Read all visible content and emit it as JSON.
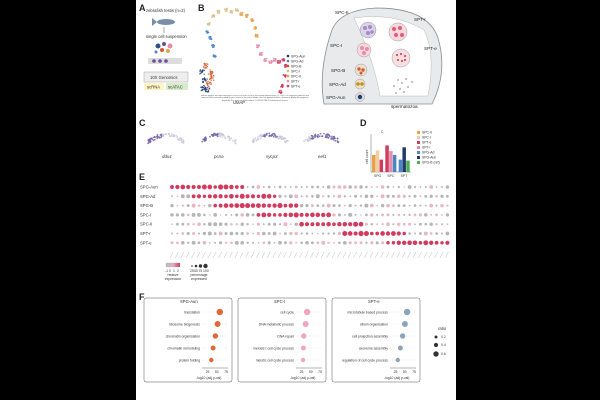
{
  "panels": {
    "a": "A",
    "b": "B",
    "c": "C",
    "d": "D",
    "e": "E",
    "f": "F"
  },
  "panel_a": {
    "title": "zebrafish testis (n=2)",
    "step1": "single cell suspension",
    "step2": "10X Genomics",
    "assay1": "scRNA",
    "assay2": "scATAC"
  },
  "panel_b": {
    "umap_label": "UMAP",
    "legend": [
      {
        "name": "SPG-Aun",
        "color": "#1f3b6e"
      },
      {
        "name": "SPG-Ad",
        "color": "#4a86c5"
      },
      {
        "name": "SPG-B",
        "color": "#d8582a"
      },
      {
        "name": "SPC-l",
        "color": "#d9c08a"
      },
      {
        "name": "SPC-II",
        "color": "#e6a14a"
      },
      {
        "name": "SPT-r",
        "color": "#e58dab"
      },
      {
        "name": "SPT-e",
        "color": "#d23a5e"
      }
    ],
    "footnote": "bioRxiv preprint doi: https://doi.org/10.1101/2023.08.09.552654; this version posted March 12, 2024. The copyright holder for this preprint (which was not certified by peer review) is the author/funder, who has granted bioRxiv a license to display the preprint in perpetuity. It is made available under a CC-BY-NC-ND 4.0 International license.",
    "diagram_labels": {
      "spc2": "SPC-II",
      "sptr": "SPT-r",
      "spc1": "SPC-I",
      "spte": "SPT-e",
      "spgb": "SPG-B",
      "spgad": "SPG-Ad",
      "spgaun": "SPG-Aun",
      "sperm": "spermatozoa"
    }
  },
  "panel_c": {
    "genes": [
      "ddx4",
      "pcna",
      "sycp3",
      "eef1"
    ]
  },
  "panel_d": {
    "chart_data": {
      "type": "bar",
      "categories": [
        "SPG",
        "SPC",
        "SPT"
      ],
      "series": [
        {
          "name": "SPC-II",
          "color": "#e6a14a",
          "values": [
            900,
            1180,
            1350
          ]
        },
        {
          "name": "SPC-I",
          "color": "#f0cfa0",
          "values": [
            1130,
            1100,
            1200
          ]
        },
        {
          "name": "SPT-e",
          "color": "#d23a5e",
          "values": [
            650,
            1400,
            1050
          ]
        },
        {
          "name": "SPT-r",
          "color": "#e58dab",
          "values": [
            950,
            1100,
            1000
          ]
        },
        {
          "name": "SPG-Ad",
          "color": "#4a86c5",
          "values": [
            1750,
            900,
            650
          ]
        },
        {
          "name": "SPG-Aun",
          "color": "#1f3b6e",
          "values": [
            1400,
            700,
            1300
          ]
        },
        {
          "name": "SPG-B (ref)",
          "color": "#4caf50",
          "values": [
            1900,
            800,
            600
          ]
        }
      ],
      "annotation": "C",
      "ylabel": "cell count",
      "ylim": [
        0,
        2000
      ],
      "legend_position": "right"
    }
  },
  "panel_e": {
    "rows": [
      "SPG-Aun",
      "SPG-Ad",
      "SPG-B",
      "SPC-I",
      "SPC-II",
      "SPT-r",
      "SPT-e"
    ],
    "legend_title_1": "relative expression",
    "legend_ticks_1": [
      "-1",
      "0",
      "1",
      "2"
    ],
    "legend_title_2": "percentage expressed",
    "legend_ticks_2": [
      "25",
      "50",
      "75",
      "100"
    ]
  },
  "panel_f": {
    "boxes": [
      {
        "title": "SPG-Aun",
        "color": "#e0673a",
        "terms": [
          {
            "label": "translation",
            "value": 58
          },
          {
            "label": "ribosome biogenesis",
            "value": 52
          },
          {
            "label": "chromatin organisation",
            "value": 46
          },
          {
            "label": "chromatin remodeling",
            "value": 40
          },
          {
            "label": "protein folding",
            "value": 35
          }
        ]
      },
      {
        "title": "SPC-I",
        "color": "#efa6c0",
        "terms": [
          {
            "label": "cell cycle",
            "value": 40
          },
          {
            "label": "DNA metabolic process",
            "value": 36
          },
          {
            "label": "DNA repair",
            "value": 31
          },
          {
            "label": "meiosis I cell cycle process",
            "value": 30
          },
          {
            "label": "meiotic cell cycle process",
            "value": 29
          }
        ]
      },
      {
        "title": "SPT-e",
        "color": "#8fa3b8",
        "terms": [
          {
            "label": "microtubule based process",
            "value": 56
          },
          {
            "label": "cilium organisation",
            "value": 50
          },
          {
            "label": "cell projection assembly",
            "value": 44
          },
          {
            "label": "axoneme assembly",
            "value": 38
          },
          {
            "label": "regulation of cell cycle process",
            "value": 31
          }
        ]
      }
    ],
    "axis_ticks": [
      "25",
      "50",
      "75"
    ],
    "xlabel": "-log10 (adj p-val)",
    "ratio_title": "ratio",
    "ratio_ticks": [
      "0.2",
      "0.4",
      "0.6"
    ]
  }
}
